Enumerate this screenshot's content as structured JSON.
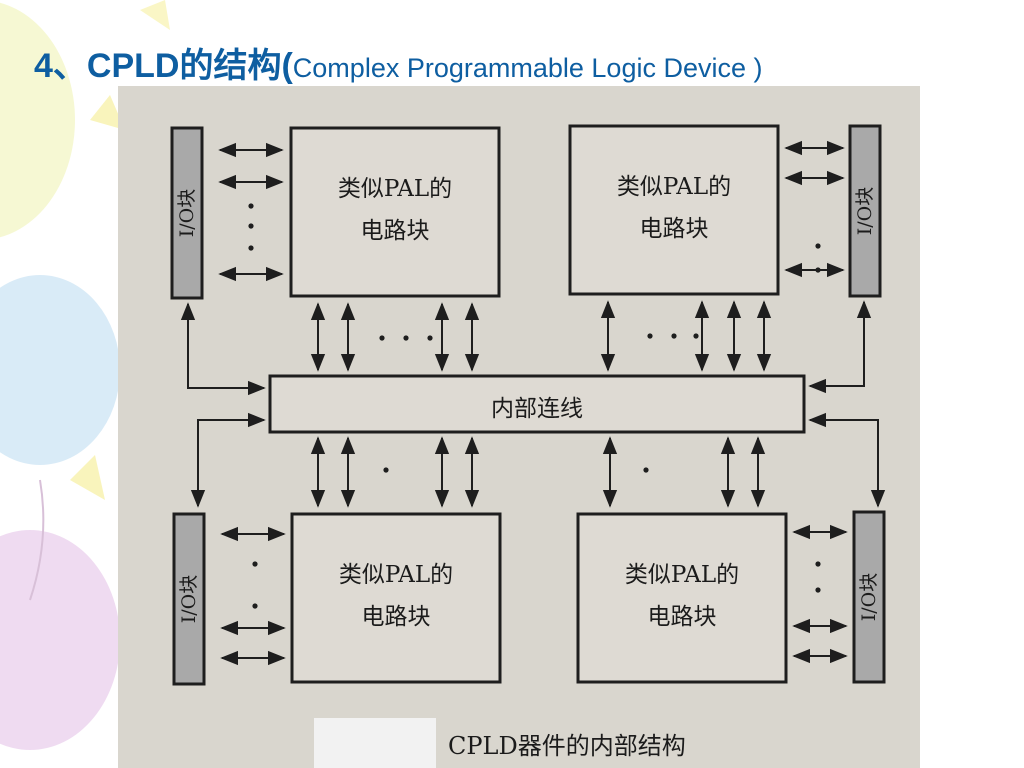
{
  "slide": {
    "title_num": "4、CPLD的结构",
    "title_paren": "(",
    "title_sub": "Complex Programmable Logic Device )"
  },
  "diagram": {
    "blocks": [
      {
        "id": "tl",
        "line1": "类似PAL的",
        "line2": "电路块"
      },
      {
        "id": "tr",
        "line1": "类似PAL的",
        "line2": "电路块"
      },
      {
        "id": "bl",
        "line1": "类似PAL的",
        "line2": "电路块"
      },
      {
        "id": "br",
        "line1": "类似PAL的",
        "line2": "电路块"
      }
    ],
    "io_blocks": [
      {
        "id": "io-tl",
        "label": "I/O块"
      },
      {
        "id": "io-tr",
        "label": "I/O块"
      },
      {
        "id": "io-bl",
        "label": "I/O块"
      },
      {
        "id": "io-br",
        "label": "I/O块"
      }
    ],
    "interconnect": "内部连线",
    "caption": "CPLD器件的内部结构"
  },
  "colors": {
    "title": "#0e5ea1",
    "figure_bg": "#d9d6ce",
    "io_fill": "#a9a9a9",
    "line": "#1e1e1e"
  }
}
